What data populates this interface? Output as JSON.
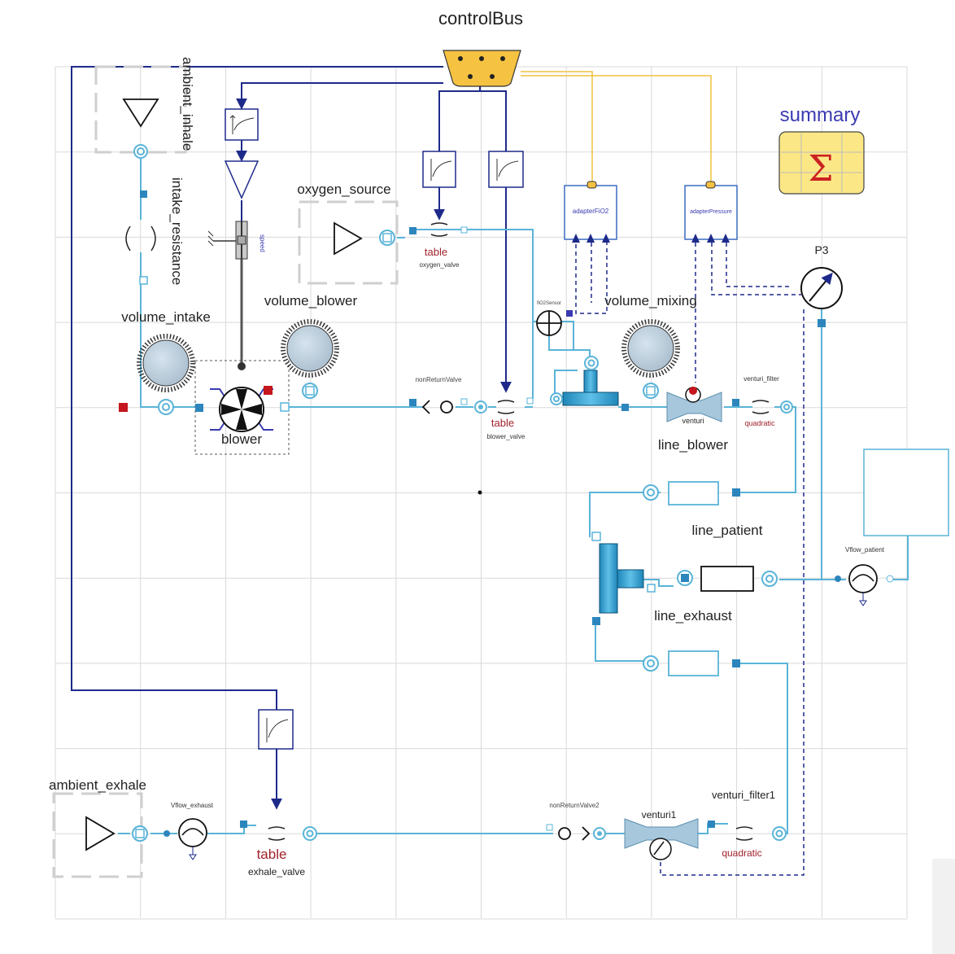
{
  "diagram": {
    "bus_label": "controlBus",
    "summary_label": "summary",
    "components": {
      "ambient_inhale": "ambient_inhale",
      "intake_resistance": "intake_resistance",
      "volume_intake": "volume_intake",
      "oxygen_source": "oxygen_source",
      "volume_blower": "volume_blower",
      "blower": "blower",
      "speed": "speed",
      "table_oxygen": "table",
      "oxygen_valve": "oxygen_valve",
      "non_return_valve": "nonReturnValve",
      "table_blower": "table",
      "blower_valve": "blower_valve",
      "adapter_fio2": "adapterFiO2",
      "adapter_pressure": "adapterPressure",
      "volume_mixing": "volume_mixing",
      "p3": "P3",
      "venturi": "venturi",
      "venturi_filter": "venturi_filter",
      "quadratic": "quadratic",
      "line_blower": "line_blower",
      "line_patient": "line_patient",
      "line_exhaust": "line_exhaust",
      "vflow_patient": "Vflow_patient",
      "ambient_exhale": "ambient_exhale",
      "vflow_exhaust": "Vflow_exhaust",
      "table_exhale": "table",
      "exhale_valve": "exhale_valve",
      "non_return_valve2": "nonReturnValve2",
      "venturi1": "venturi1",
      "venturi_filter1": "venturi_filter1",
      "quadratic1": "quadratic",
      "fio2_sensor": "fiO2Sensor"
    }
  },
  "colors": {
    "fluid_line": "#5ab4d8",
    "signal_line": "#1e2a8a",
    "bus_line": "#f0c040",
    "bus_fill": "#f5c242",
    "grid": "#d9d9d9",
    "summary_text": "#3a3ab0",
    "table_text": "#a0222c"
  }
}
